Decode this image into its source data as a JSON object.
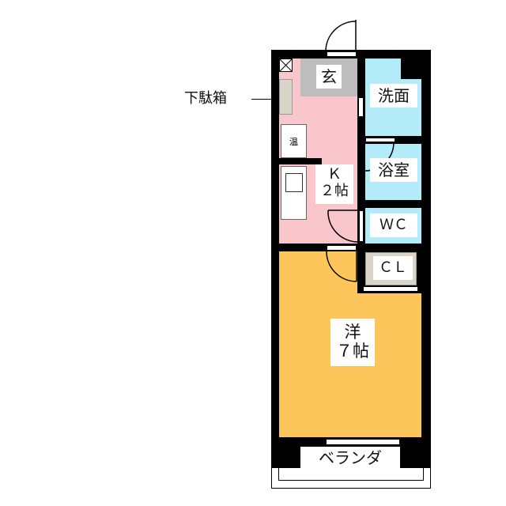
{
  "rooms": {
    "entrance": "玄",
    "washroom": "洗面",
    "bathroom": "浴室",
    "toilet": "ＷＣ",
    "closet": "ＣＬ",
    "kitchen_name": "Ｋ",
    "kitchen_size": "２帖",
    "western_name": "洋",
    "western_size": "７帖",
    "balcony": "ベランダ",
    "water_heater": "温"
  },
  "annotations": {
    "shoe_box": "下駄箱"
  },
  "colors": {
    "wall": "#000000",
    "entrance": "#bdbdbd",
    "wet": "#b3ecf8",
    "kitchen": "#f8c6cb",
    "western": "#fcc65a",
    "closet": "#d9d5c8"
  }
}
